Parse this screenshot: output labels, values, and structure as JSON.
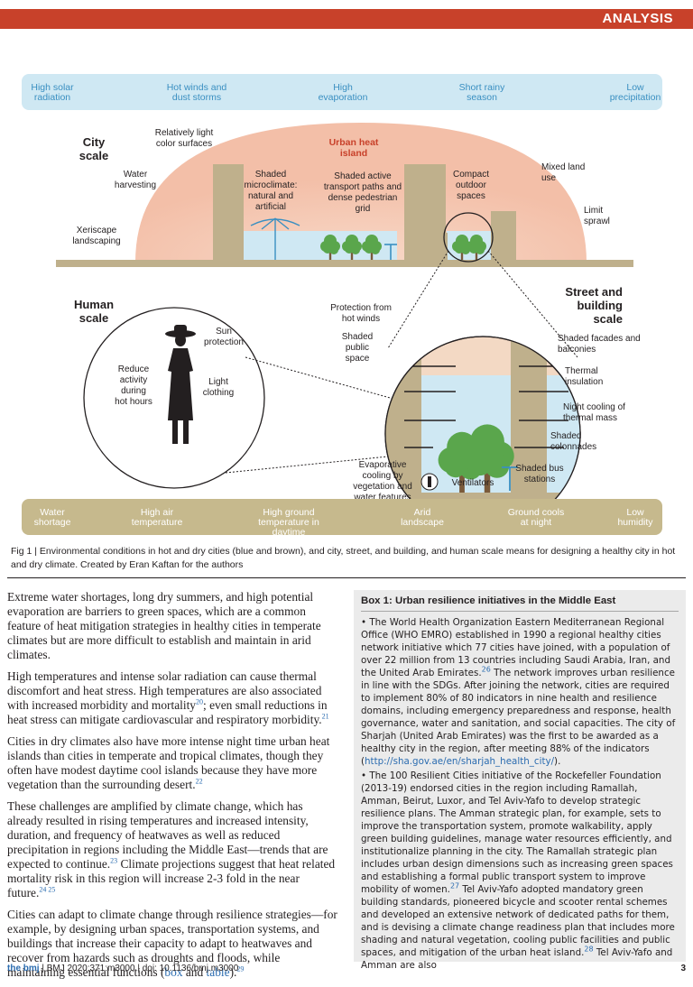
{
  "header": {
    "section_label": "ANALYSIS"
  },
  "figure": {
    "top_conditions": [
      "High solar radiation",
      "Hot winds and dust storms",
      "High evaporation",
      "Short rainy season",
      "Low precipitation"
    ],
    "bottom_conditions": [
      "Water shortage",
      "High air temperature",
      "High ground temperature in daytime",
      "Arid landscape",
      "Ground cools at night",
      "Low humidity"
    ],
    "city_scale": {
      "heading": "City scale",
      "heat_island": "Urban heat island",
      "labels": [
        "Relatively light color surfaces",
        "Water harvesting",
        "Xeriscape landscaping",
        "Shaded microclimate: natural and artificial",
        "Shaded active transport paths and dense pedestrian grid",
        "Compact outdoor spaces",
        "Mixed land use",
        "Limit sprawl"
      ]
    },
    "human_scale": {
      "heading": "Human scale",
      "labels": [
        "Sun protection",
        "Reduce activity during hot hours",
        "Light clothing"
      ]
    },
    "street_scale": {
      "heading": "Street and building scale",
      "labels": [
        "Protection from hot winds",
        "Shaded public space",
        "Shaded facades and balconies",
        "Thermal insulation",
        "Night cooling of thermal mass",
        "Shaded colonnades",
        "Evaporative cooling by vegetation and water features",
        "Ventilators",
        "Shaded bus stations"
      ]
    },
    "caption": "Fig 1 | Environmental conditions in hot and dry cities (blue and brown), and city, street, and building, and human scale means for designing a healthy city in hot and dry climate. Created by Eran Kaftan for the authors"
  },
  "body": {
    "p1": "Extreme water shortages, long dry summers, and high potential evaporation are barriers to green spaces, which are a common feature of heat mitigation strategies in healthy cities in temperate climates but are more difficult to establish and maintain in arid climates.",
    "p2a": "High temperatures and intense solar radiation can cause thermal discomfort and heat stress. High temperatures are also associated with increased morbidity and mortality",
    "p2_ref1": "20",
    "p2b": "; even small reductions in heat stress can mitigate cardiovascular and respiratory morbidity.",
    "p2_ref2": "21",
    "p3": "Cities in dry climates also have more intense night time urban heat islands than cities in temperate and tropical climates, though they often have modest daytime cool islands because they have more vegetation than the surrounding desert.",
    "p3_ref": "22",
    "p4a": "These challenges are amplified by climate change, which has already resulted in rising temperatures and increased intensity, duration, and frequency of heatwaves as well as reduced precipitation in regions including the Middle East—trends that are expected to continue.",
    "p4_ref1": "23",
    "p4b": " Climate projections suggest that heat related mortality risk in this region will increase 2-3 fold in the near future.",
    "p4_ref2": "24 25",
    "p5a": "Cities can adapt to climate change through resilience strategies—for example, by designing urban spaces, transportation systems, and buildings that increase their capacity to adapt to heatwaves and recover from hazards such as droughts and floods, while maintaining essential functions (",
    "p5_link1": "box",
    "p5_and": " and ",
    "p5_link2": "table",
    "p5b": ").",
    "p5_ref": "29"
  },
  "box": {
    "title": "Box 1: Urban resilience initiatives in the Middle East",
    "item1a": "• The World Health Organization Eastern Mediterranean Regional Office (WHO EMRO) established in 1990 a regional healthy cities network initiative which 77 cities have joined, with a population of over 22 million from 13 countries including Saudi Arabia, Iran, and the United Arab Emirates.",
    "item1_ref": "26",
    "item1b": " The network improves urban resilience in line with the SDGs. After joining the network, cities are required to implement 80% of 80 indicators in nine health and resilience domains, including emergency preparedness and response, health governance, water and sanitation, and social capacities. The city of Sharjah (United Arab Emirates) was the first to be awarded as a healthy city in the region, after meeting 88% of the indicators (",
    "item1_link": "http://sha.gov.ae/en/sharjah_health_city/",
    "item1c": ").",
    "item2a": "• The 100 Resilient Cities initiative of the Rockefeller Foundation (2013-19) endorsed cities in the region including Ramallah, Amman, Beirut, Luxor, and Tel Aviv-Yafo to develop strategic resilience plans. The Amman strategic plan, for example, sets to improve the transportation system, promote walkability, apply green building guidelines, manage water resources efficiently, and institutionalize planning in the city. The Ramallah strategic plan includes urban design dimensions such as increasing green spaces and establishing a formal public transport system to improve mobility of women.",
    "item2_ref1": "27",
    "item2b": " Tel Aviv-Yafo adopted mandatory green building standards, pioneered bicycle and scooter rental schemes and developed an extensive network of dedicated paths for them, and is devising a climate change readiness plan that includes more shading and natural vegetation, cooling public facilities and public spaces, and mitigation of the urban heat island.",
    "item2_ref2": "28",
    "item2c": " Tel Aviv-Yafo and Amman are also"
  },
  "footer": {
    "journal": "the bmj",
    "citation": " | BMJ 2020;371:m3000 | doi: 10.1136/bmj.m3000",
    "page": "3"
  },
  "colors": {
    "accent_red": "#c8412a",
    "sky_blue": "#cfe8f3",
    "blue_text": "#3a8fc1",
    "earth_tan": "#c6b98d",
    "earth_text": "#ffffff",
    "heat_pink": "#f3c6b5",
    "building": "#bfb08c",
    "tree": "#5aa64c",
    "link_blue": "#2b6cb0"
  }
}
